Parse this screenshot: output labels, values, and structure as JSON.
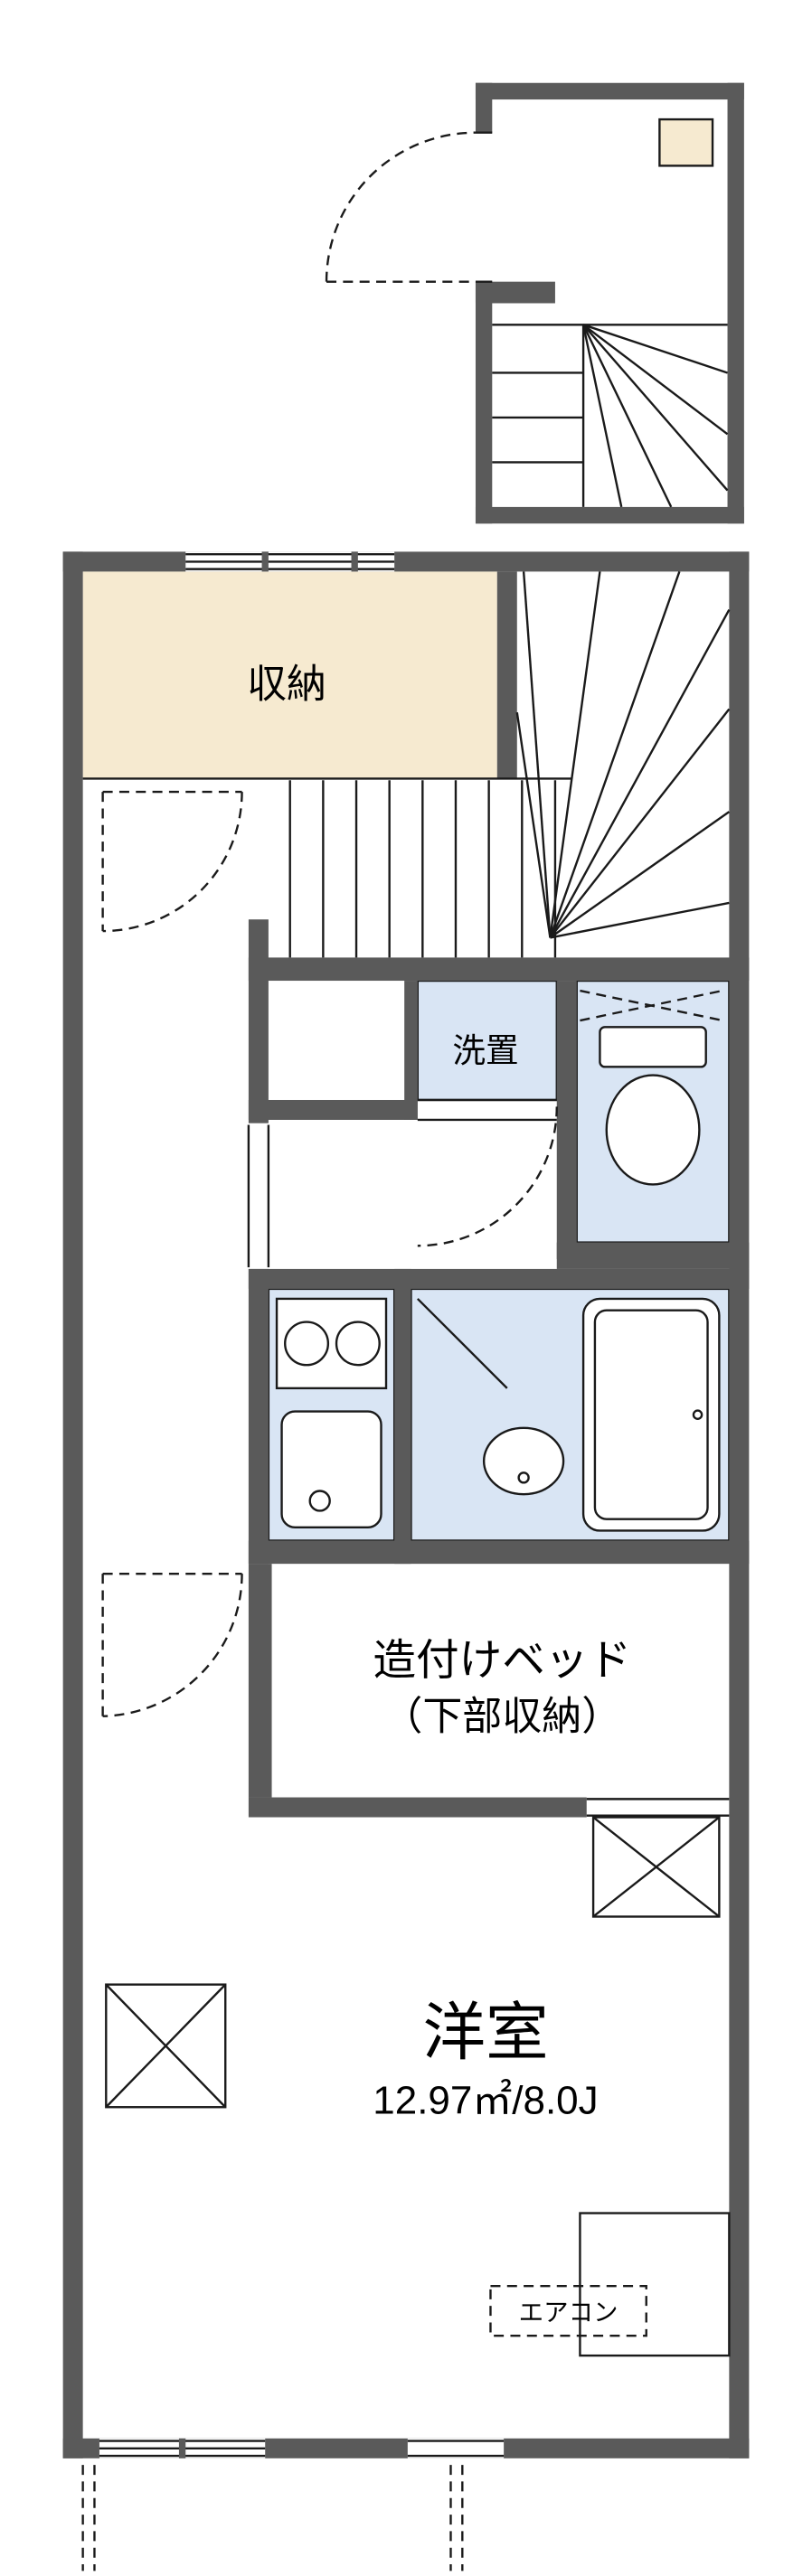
{
  "labels": {
    "storage": "収納",
    "laundry": "洗置",
    "bed_line1": "造付けベッド",
    "bed_line2": "（下部収納）",
    "room": "洋室",
    "room_size": "12.97㎡/8.0J",
    "aircon": "エアコン"
  },
  "colors": {
    "wall": "#5a5a5a",
    "storage_fill": "#f6ead0",
    "wet_area_fill": "#d9e5f4",
    "line": "#1a1a1a",
    "background": "#ffffff"
  }
}
